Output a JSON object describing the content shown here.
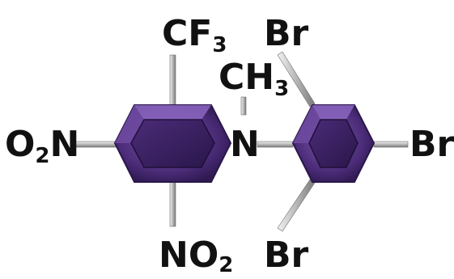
{
  "molecule": {
    "atoms": {
      "top_group": {
        "base": "CF",
        "sub": "3"
      },
      "methyl": {
        "base": "CH",
        "sub": "3"
      },
      "nitrogen": "N",
      "nitro_left": {
        "left": "O",
        "sub": "2",
        "right": "N"
      },
      "nitro_bottom": {
        "base": "NO",
        "sub": "2"
      },
      "bromine_top": "Br",
      "bromine_right": "Br",
      "bromine_bottom": "Br"
    },
    "colors": {
      "ring_outer": "#5e3b8f",
      "ring_inner": "#3a215f",
      "ring_highlight": "#8b66c0",
      "bond_light": "#e6e6e6",
      "bond_dark": "#8a8a8a",
      "text": "#111111"
    }
  }
}
